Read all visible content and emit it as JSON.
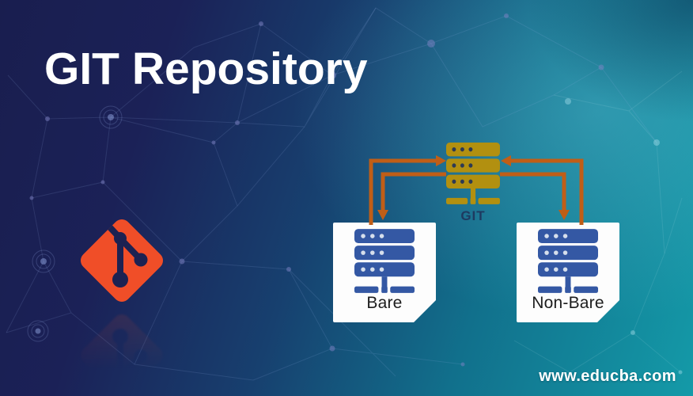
{
  "title": "GIT Repository",
  "theme": {
    "bg_navy": "#1b2157",
    "bg_teal": "#149aa8",
    "arrow_orange": "#C05E17",
    "git_gold": "#B29010",
    "git_gold_dot": "#2d3a54",
    "server_blue": "#3458A4",
    "server_blue_dot": "#d6dfec",
    "logo_orange": "#F04E28",
    "logo_branch_navy": "#1c2252",
    "label_navy": "#1E3A60"
  },
  "icons": {
    "logo": "git-branch-diamond-icon",
    "server": "server-stack-icon"
  },
  "diagram": {
    "central_node": {
      "label": "GIT"
    },
    "nodes": [
      {
        "label": "Bare"
      },
      {
        "label": "Non-Bare"
      }
    ],
    "connections": [
      {
        "from": "Bare",
        "to": "GIT"
      },
      {
        "from": "GIT",
        "to": "Bare"
      },
      {
        "from": "Non-Bare",
        "to": "GIT"
      },
      {
        "from": "GIT",
        "to": "Non-Bare"
      }
    ]
  },
  "footer": {
    "url": "www.educba.com"
  }
}
